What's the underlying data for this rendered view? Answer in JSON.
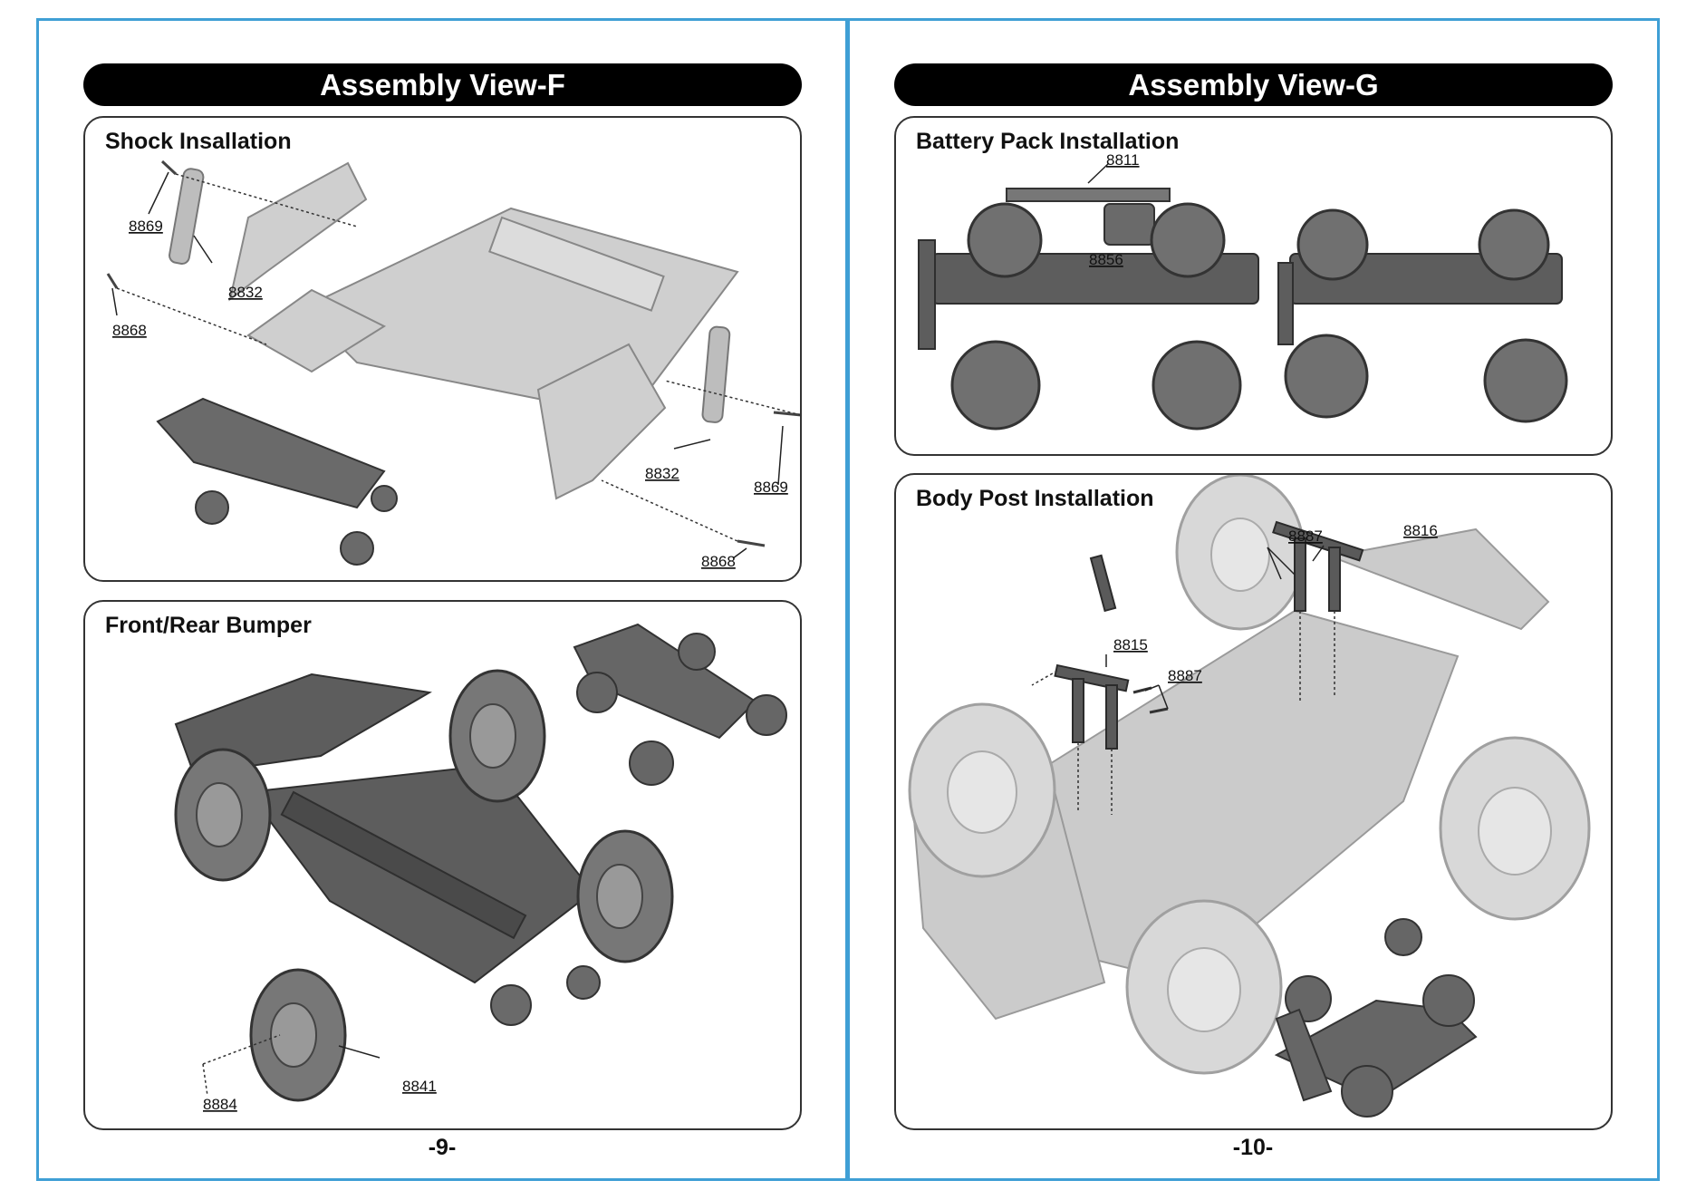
{
  "pages": {
    "left": {
      "title": "Assembly View-F",
      "page_number": "-9-",
      "panels": {
        "shock": {
          "title": "Shock Insallation",
          "labels": [
            "8869",
            "8832",
            "8868",
            "8832",
            "8869",
            "8868"
          ]
        },
        "bumper": {
          "title": "Front/Rear Bumper",
          "labels": [
            "8884",
            "8841"
          ]
        }
      }
    },
    "right": {
      "title": "Assembly View-G",
      "page_number": "-10-",
      "panels": {
        "battery": {
          "title": "Battery Pack Installation",
          "labels": [
            "8811",
            "8856"
          ]
        },
        "bodypost": {
          "title": "Body Post Installation",
          "labels": [
            "8887",
            "8816",
            "8815",
            "8887"
          ]
        }
      }
    }
  },
  "colors": {
    "frame": "#3f9fd5",
    "title_bg": "#000000",
    "light_part": "#c9c9c9",
    "dark_part": "#5d5d5d"
  }
}
